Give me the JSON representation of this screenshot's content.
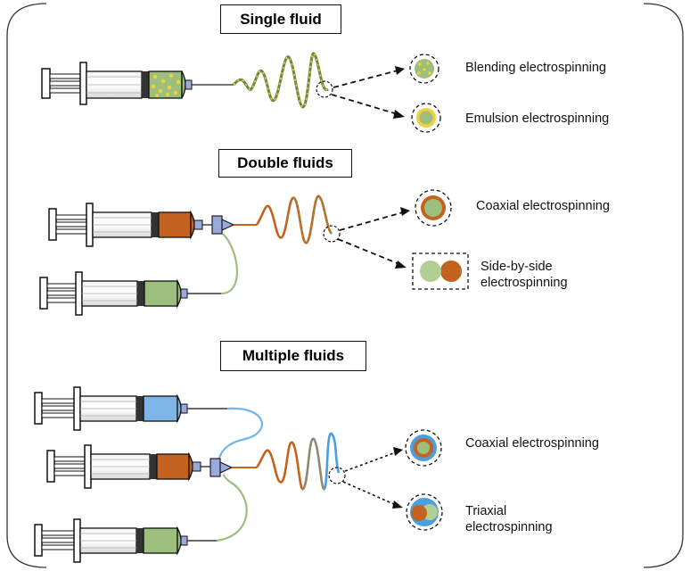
{
  "sections": {
    "single": {
      "title": "Single fluid",
      "outputs": [
        "Blending electrospinning",
        "Emulsion electrospinning"
      ]
    },
    "double": {
      "title": "Double fluids",
      "outputs": [
        "Coaxial electrospinning",
        "Side-by-side",
        "electrospinning"
      ]
    },
    "multiple": {
      "title": "Multiple fluids",
      "outputs": [
        "Coaxial electrospinning",
        "Triaxial",
        "electrospinning"
      ]
    }
  },
  "colors": {
    "green": "#9cbf7e",
    "yellow": "#f3cf3a",
    "orange": "#c4621f",
    "blue": "#4a9fe0",
    "light_blue": "#9fcdf2",
    "needle_tip": "#9aa9dc"
  }
}
